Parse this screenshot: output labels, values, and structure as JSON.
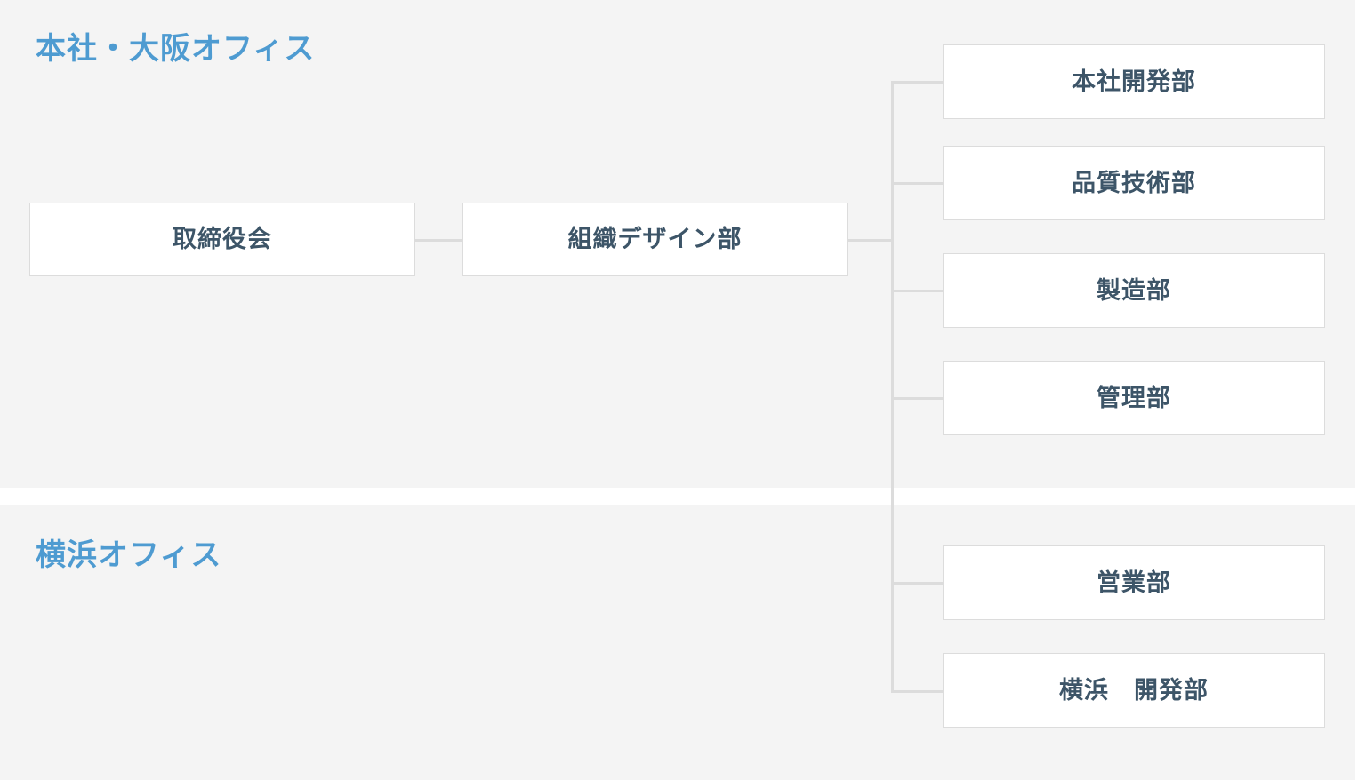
{
  "chart": {
    "type": "org-chart",
    "root": "取締役会",
    "accent_color": "#4e9bd1",
    "node_text_color": "#3d5568",
    "node_border_color": "#dcdcdc",
    "node_fill_color": "#ffffff",
    "section_background": "#f4f4f4",
    "connector_color": "#dcdcdc"
  },
  "sections": [
    {
      "title": "本社・大阪オフィス"
    },
    {
      "title": "横浜オフィス"
    }
  ],
  "nodes": {
    "board": {
      "label": "取締役会"
    },
    "org_design": {
      "label": "組織デザイン部"
    },
    "departments": [
      {
        "label": "本社開発部",
        "section": 0
      },
      {
        "label": "品質技術部",
        "section": 0
      },
      {
        "label": "製造部",
        "section": 0
      },
      {
        "label": "管理部",
        "section": 0
      },
      {
        "label": "営業部",
        "section": 1
      },
      {
        "label": "横浜　開発部",
        "section": 1
      }
    ]
  },
  "connections": [
    {
      "from": "取締役会",
      "to": "組織デザイン部"
    },
    {
      "from": "組織デザイン部",
      "to": "本社開発部"
    },
    {
      "from": "組織デザイン部",
      "to": "品質技術部"
    },
    {
      "from": "組織デザイン部",
      "to": "製造部"
    },
    {
      "from": "組織デザイン部",
      "to": "管理部"
    },
    {
      "from": "組織デザイン部",
      "to": "営業部"
    },
    {
      "from": "組織デザイン部",
      "to": "横浜　開発部"
    }
  ]
}
